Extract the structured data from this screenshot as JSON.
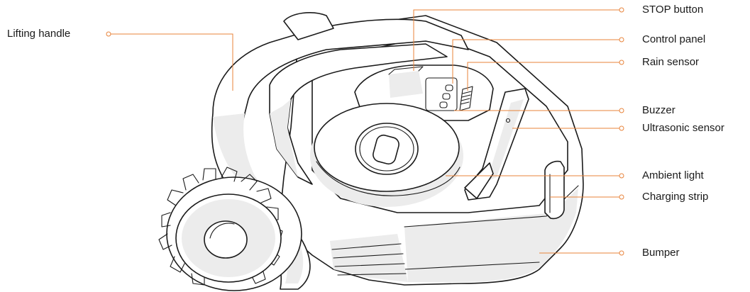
{
  "callouts": {
    "lifting_handle": "Lifting handle",
    "stop_button": "STOP button",
    "control_panel": "Control panel",
    "rain_sensor": "Rain sensor",
    "buzzer": "Buzzer",
    "ultrasonic_sensor": "Ultrasonic sensor",
    "ambient_light": "Ambient light",
    "charging_strip": "Charging strip",
    "bumper": "Bumper"
  },
  "colors": {
    "leader_accent": "#e8833a",
    "outline": "#1a1a1a",
    "shading": "#ececec"
  }
}
